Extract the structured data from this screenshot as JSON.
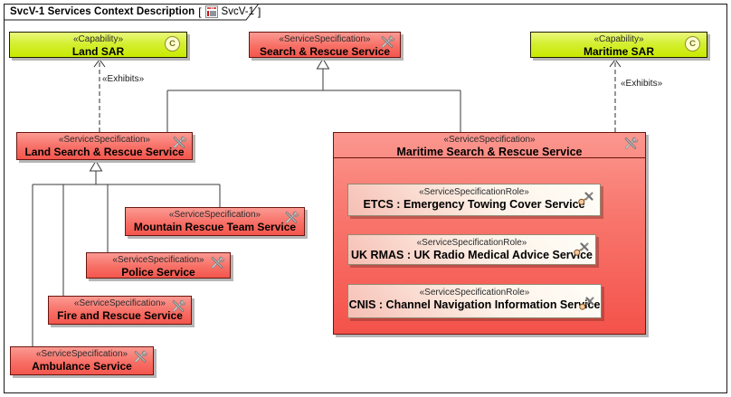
{
  "frame": {
    "title": "SvcV-1 Services Context Description",
    "open_bracket": "[",
    "diagram_ref": "SvcV-1",
    "close_bracket": "]"
  },
  "icons": {
    "capability_letter": "C",
    "tools_icon": "crossed-wrench-and-screwdriver",
    "role_icon": "crossed-tools-with-ball",
    "diagram_icon": "svcv-diagram-sheet"
  },
  "colors": {
    "capability_fill_top": "#eaf87e",
    "capability_fill_bottom": "#c9ea00",
    "service_fill_top": "#fb9a92",
    "service_fill_bottom": "#f4564d",
    "service_border": "#6b150e",
    "role_fill_light": "#fffef8",
    "role_fill_pink": "#f6beb3",
    "shadow": "#b6b6b6"
  },
  "nodes": {
    "land_sar": {
      "stereotype": "«Capability»",
      "name": "Land SAR"
    },
    "search_rescue": {
      "stereotype": "«ServiceSpecification»",
      "name": "Search & Rescue Service"
    },
    "maritime_sar": {
      "stereotype": "«Capability»",
      "name": "Maritime SAR"
    },
    "land_srs": {
      "stereotype": "«ServiceSpecification»",
      "name": "Land Search & Rescue Service"
    },
    "mountain": {
      "stereotype": "«ServiceSpecification»",
      "name": "Mountain Rescue Team Service"
    },
    "police": {
      "stereotype": "«ServiceSpecification»",
      "name": "Police Service"
    },
    "fire": {
      "stereotype": "«ServiceSpecification»",
      "name": "Fire and Rescue Service"
    },
    "ambulance": {
      "stereotype": "«ServiceSpecification»",
      "name": "Ambulance Service"
    },
    "maritime_srs": {
      "stereotype": "«ServiceSpecification»",
      "name": "Maritime Search & Rescue Service"
    },
    "etcs": {
      "stereotype": "«ServiceSpecificationRole»",
      "name": "ETCS : Emergency Towing Cover Service"
    },
    "uk_rmas": {
      "stereotype": "«ServiceSpecificationRole»",
      "name": "UK RMAS : UK Radio Medical Advice Service"
    },
    "cnis": {
      "stereotype": "«ServiceSpecificationRole»",
      "name": "CNIS : Channel Navigation Information Service"
    }
  },
  "edges": {
    "exhibits_left_label": "«Exhibits»",
    "exhibits_right_label": "«Exhibits»"
  }
}
